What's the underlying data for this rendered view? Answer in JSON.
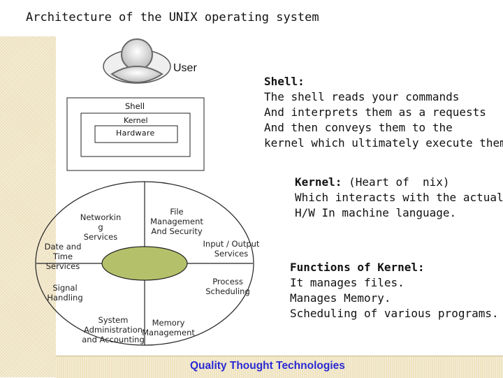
{
  "slide": {
    "title": "Architecture of the UNIX operating system",
    "footer": "Quality Thought Technologies"
  },
  "diagram": {
    "user_label": "User",
    "layers": {
      "shell": "Shell",
      "kernel": "Kernel",
      "hardware": "Hardware"
    },
    "wheel": {
      "file_mgmt": [
        "File",
        "Management",
        "And Security"
      ],
      "networking": [
        "Networkin",
        "g",
        "Services"
      ],
      "date_time": [
        "Date and",
        "Time",
        "Services"
      ],
      "io": [
        "Input / Output",
        "Services"
      ],
      "signal": [
        "Signal",
        "Handling"
      ],
      "process": [
        "Process",
        "Scheduling"
      ],
      "sysadmin": [
        "System",
        "Administration",
        "and Accounting"
      ],
      "memory": [
        "Memory",
        "Management"
      ]
    }
  },
  "notes": {
    "shell": {
      "heading": "Shell:",
      "lines": [
        "The shell reads your commands",
        "And interprets them as a requests",
        "And then conveys them to the",
        "kernel which ultimately execute them"
      ]
    },
    "kernel": {
      "heading": "Kernel:",
      "heading_rest": " (Heart of  nix)",
      "lines": [
        "Which interacts with the actual",
        "H/W In machine language."
      ]
    },
    "functions": {
      "heading": "Functions of Kernel:",
      "lines": [
        "It manages files.",
        "Manages Memory.",
        "Scheduling of various programs."
      ]
    }
  }
}
